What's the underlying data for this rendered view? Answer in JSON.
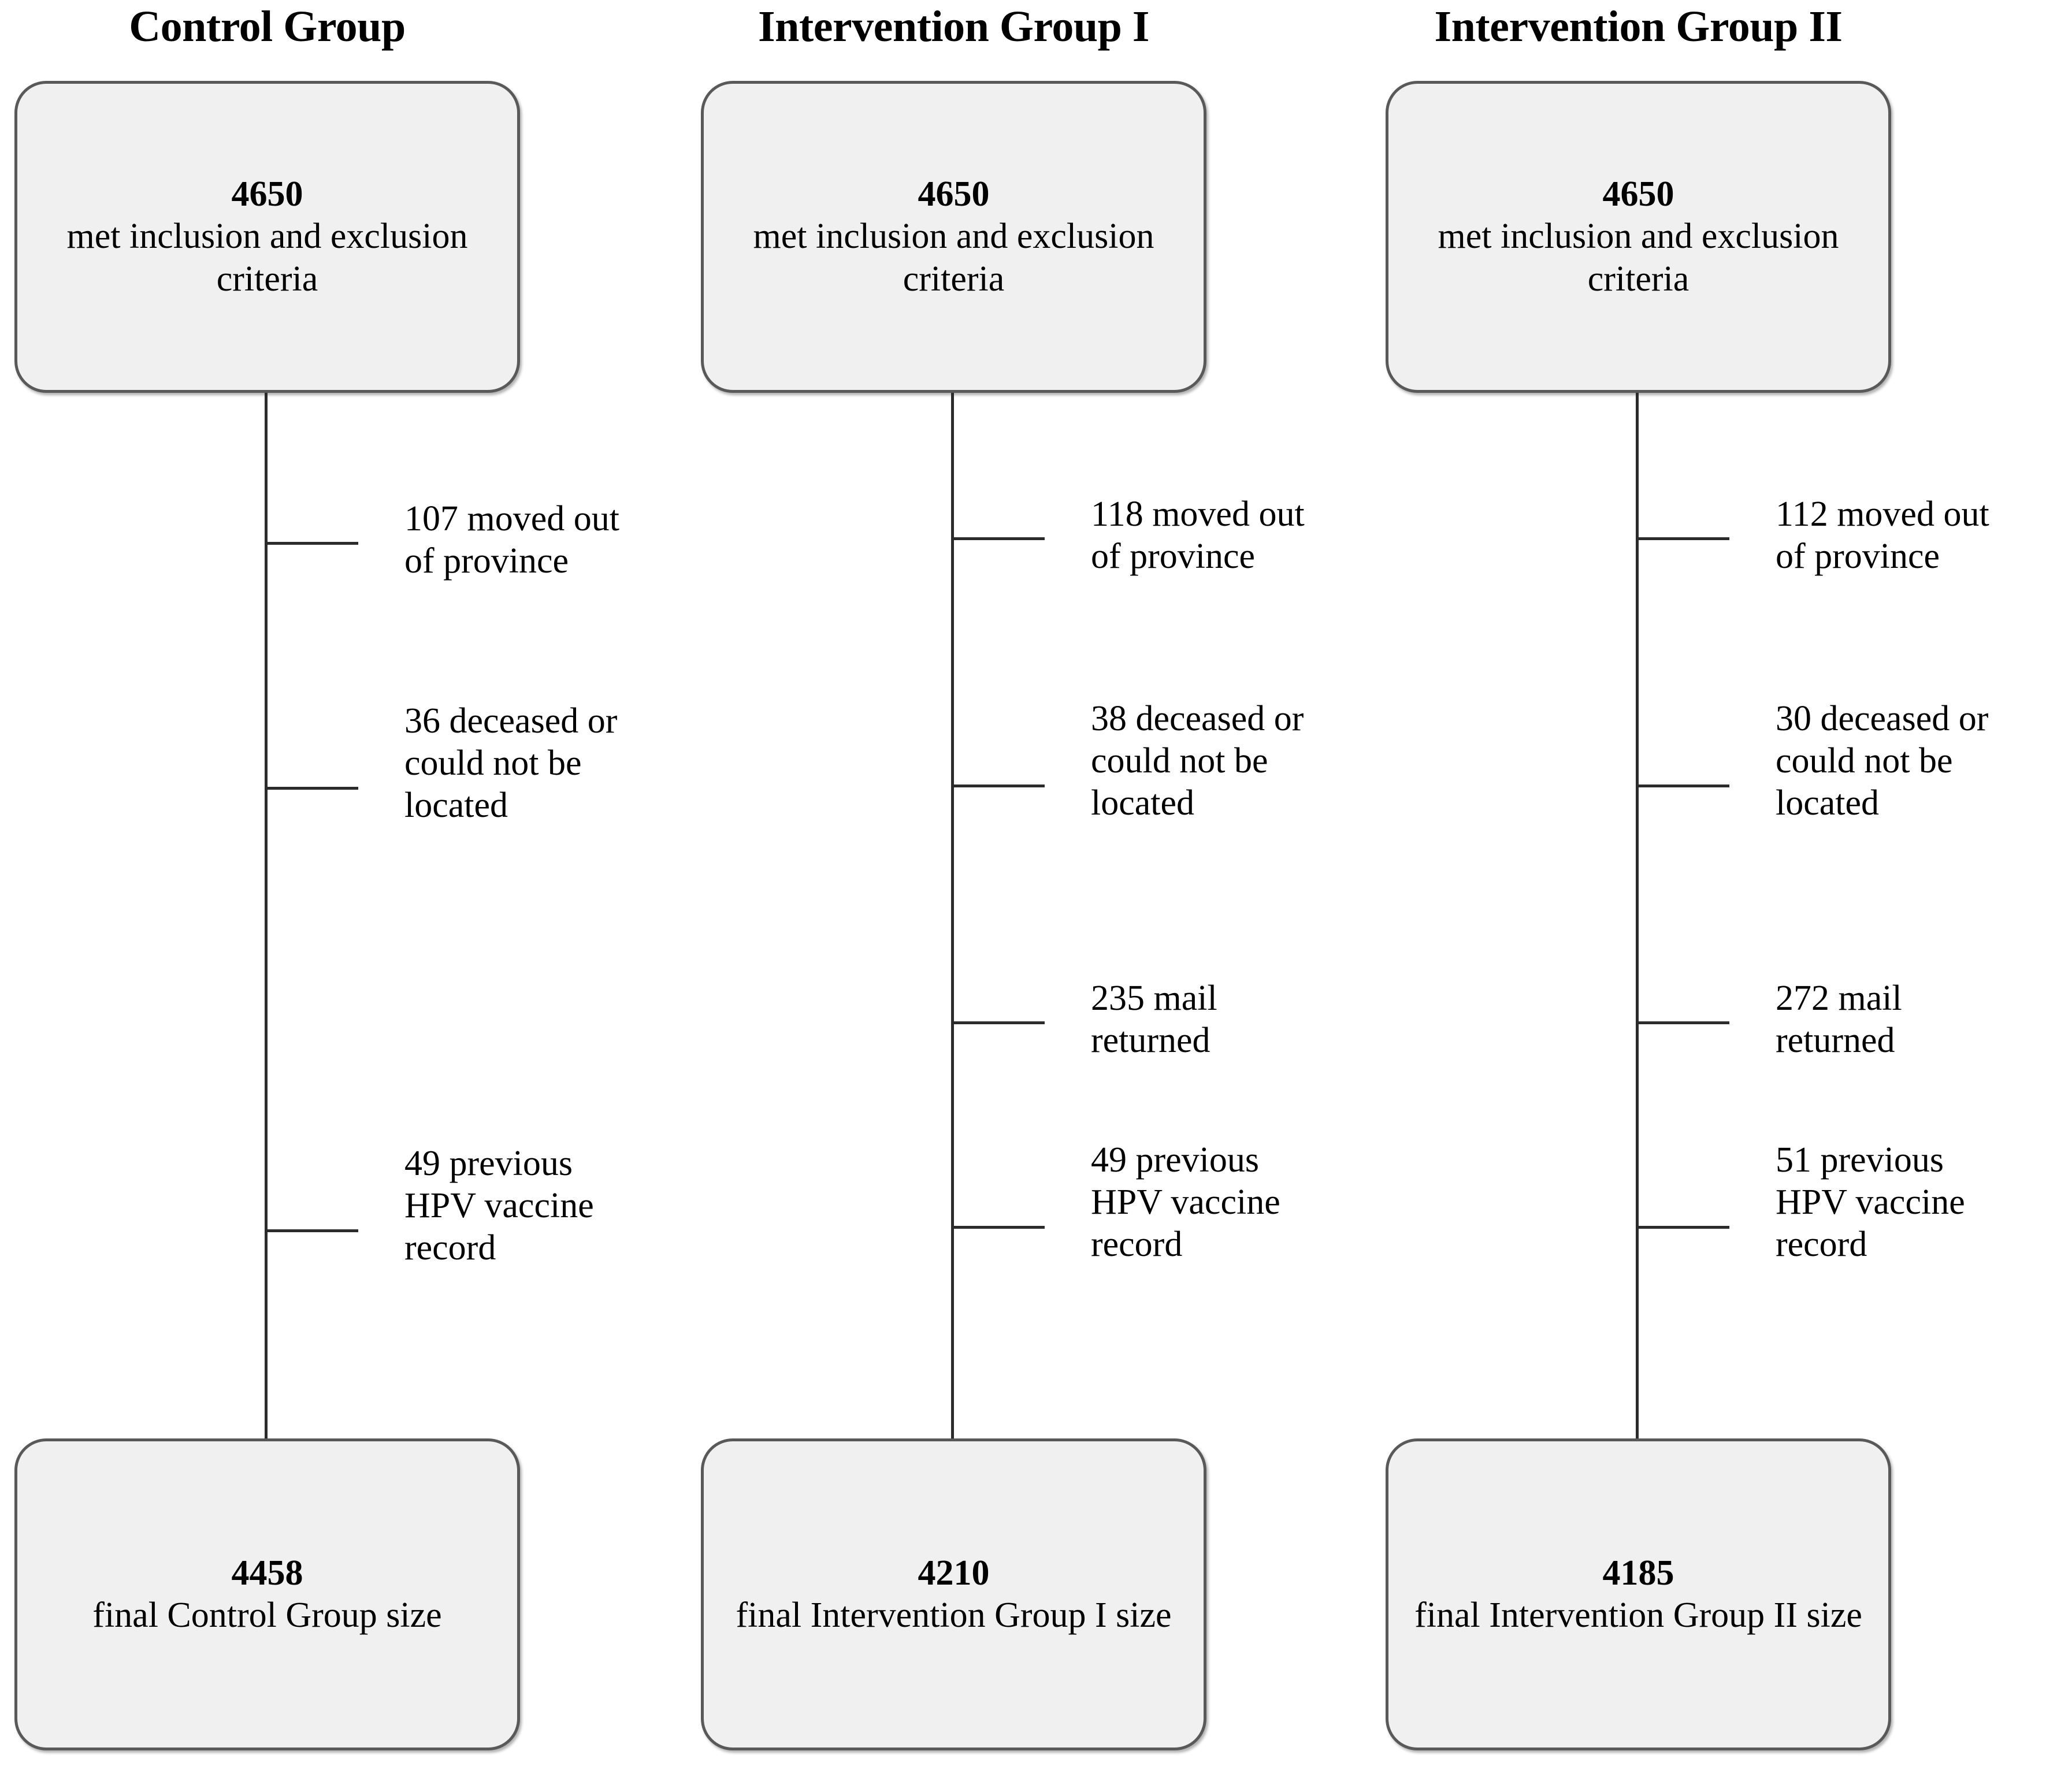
{
  "diagram": {
    "type": "participant-flow-diagram",
    "columns": [
      {
        "id": "control-group",
        "title": "Control Group",
        "top_box": {
          "number": "4650",
          "text": "met inclusion and\nexclusion criteria"
        },
        "exclusions": [
          {
            "count": "107",
            "label": "107 moved out\nof province"
          },
          {
            "count": "36",
            "label": "36 deceased or\ncould not be\nlocated"
          },
          {
            "count": "49",
            "label": "49 previous\nHPV vaccine\nrecord"
          }
        ],
        "bottom_box": {
          "number": "4458",
          "text": "final Control Group\nsize"
        }
      },
      {
        "id": "intervention-group-i",
        "title": "Intervention Group I",
        "top_box": {
          "number": "4650",
          "text": "met inclusion and\nexclusion criteria"
        },
        "exclusions": [
          {
            "count": "118",
            "label": "118 moved out\nof province"
          },
          {
            "count": "38",
            "label": "38 deceased or\ncould not be\nlocated"
          },
          {
            "count": "235",
            "label": "235 mail\nreturned"
          },
          {
            "count": "49",
            "label": "49 previous\nHPV vaccine\nrecord"
          }
        ],
        "bottom_box": {
          "number": "4210",
          "text": "final Intervention\nGroup I size"
        }
      },
      {
        "id": "intervention-group-ii",
        "title": "Intervention Group II",
        "top_box": {
          "number": "4650",
          "text": "met inclusion and\nexclusion criteria"
        },
        "exclusions": [
          {
            "count": "112",
            "label": "112 moved out\nof province"
          },
          {
            "count": "30",
            "label": "30 deceased or\ncould not be\nlocated"
          },
          {
            "count": "272",
            "label": "272 mail\nreturned"
          },
          {
            "count": "51",
            "label": "51 previous\nHPV vaccine\nrecord"
          }
        ],
        "bottom_box": {
          "number": "4185",
          "text": "final Intervention\nGroup II size"
        }
      }
    ],
    "colors": {
      "box_fill": "#f0f0f0",
      "box_border": "#595959",
      "line": "#2b2b2b",
      "text": "#000000",
      "background": "#ffffff"
    }
  }
}
